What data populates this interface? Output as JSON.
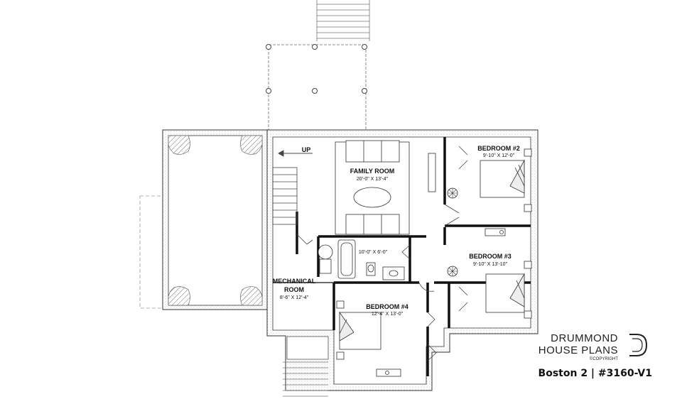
{
  "rooms": {
    "family": {
      "name": "FAMILY ROOM",
      "dims": "20'-0\" X 13'-4\""
    },
    "bedroom2": {
      "name": "BEDROOM #2",
      "dims": "9'-10\" X 12'-0\""
    },
    "bedroom3": {
      "name": "BEDROOM #3",
      "dims": "9'-10\" X 13'-10\""
    },
    "bedroom4": {
      "name": "BEDROOM #4",
      "dims": "12'-4\" X 13'-0\""
    },
    "mechanical": {
      "name_line1": "MECHANICAL",
      "name_line2": "ROOM",
      "dims": "8'-6\" X 12'-4\""
    },
    "bath": {
      "dims": "10'-0\" X 6'-0\""
    }
  },
  "stairs": {
    "label": "UP"
  },
  "brand": {
    "line1": "DRUMMOND",
    "line2": "HOUSE PLANS",
    "copyright": "©COPYRIGHT",
    "plan_title": "Boston 2 | #3160-V1"
  },
  "colors": {
    "wall": "#111111",
    "line": "#444444",
    "hatch": "#777777"
  }
}
